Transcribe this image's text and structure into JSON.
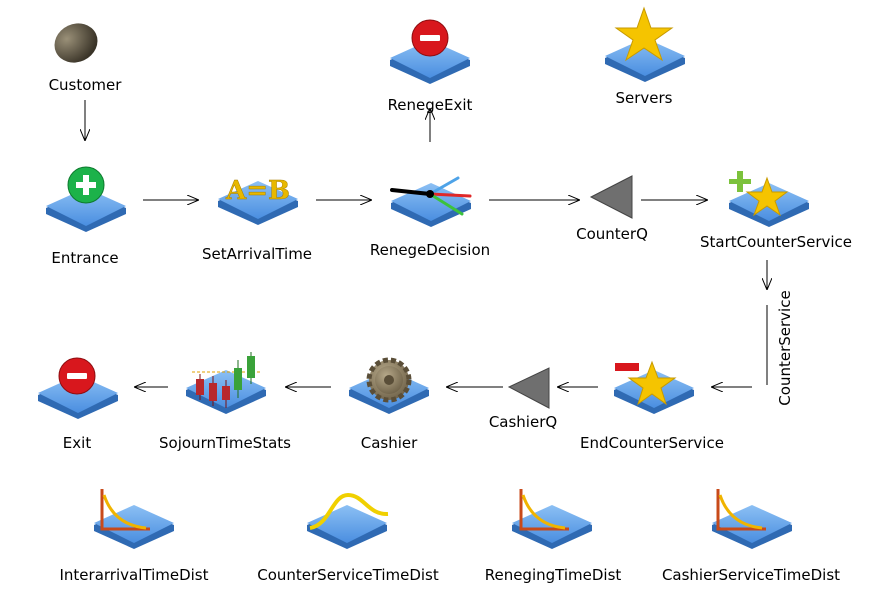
{
  "diagram": {
    "nodes": {
      "customer": {
        "label": "Customer",
        "icon": "customer-ball-icon"
      },
      "renege_exit": {
        "label": "RenegeExit",
        "icon": "remove-circle-icon"
      },
      "servers": {
        "label": "Servers",
        "icon": "star-icon"
      },
      "entrance": {
        "label": "Entrance",
        "icon": "add-circle-icon"
      },
      "set_arrival_time": {
        "label": "SetArrivalTime",
        "icon": "equals-icon"
      },
      "renege_decision": {
        "label": "RenegeDecision",
        "icon": "decision-dial-icon"
      },
      "counter_q": {
        "label": "CounterQ",
        "icon": "queue-triangle-icon"
      },
      "start_counter_service": {
        "label": "StartCounterService",
        "icon": "add-star-icon"
      },
      "counter_service": {
        "label": "CounterService"
      },
      "end_counter_service": {
        "label": "EndCounterService",
        "icon": "remove-star-icon"
      },
      "cashier_q": {
        "label": "CashierQ",
        "icon": "queue-triangle-icon"
      },
      "cashier": {
        "label": "Cashier",
        "icon": "gear-icon"
      },
      "sojourn_time_stats": {
        "label": "SojournTimeStats",
        "icon": "candlestick-chart-icon"
      },
      "exit": {
        "label": "Exit",
        "icon": "remove-circle-icon"
      },
      "interarrival_time_dist": {
        "label": "InterarrivalTimeDist",
        "icon": "exponential-dist-icon"
      },
      "counter_service_time_dist": {
        "label": "CounterServiceTimeDist",
        "icon": "bell-dist-icon"
      },
      "reneging_time_dist": {
        "label": "RenegingTimeDist",
        "icon": "exponential-dist-icon"
      },
      "cashier_service_time_dist": {
        "label": "CashierServiceTimeDist",
        "icon": "exponential-dist-icon"
      }
    },
    "colors": {
      "pad": "#5b9fe6",
      "pad_dark": "#3a78c4",
      "add_green": "#1cb24a",
      "remove_red": "#d8171d",
      "star_yellow": "#f5c400",
      "queue_gray": "#6f6f6f",
      "dist_curve": "#f0b400",
      "dist_axis": "#c84a1a"
    }
  }
}
